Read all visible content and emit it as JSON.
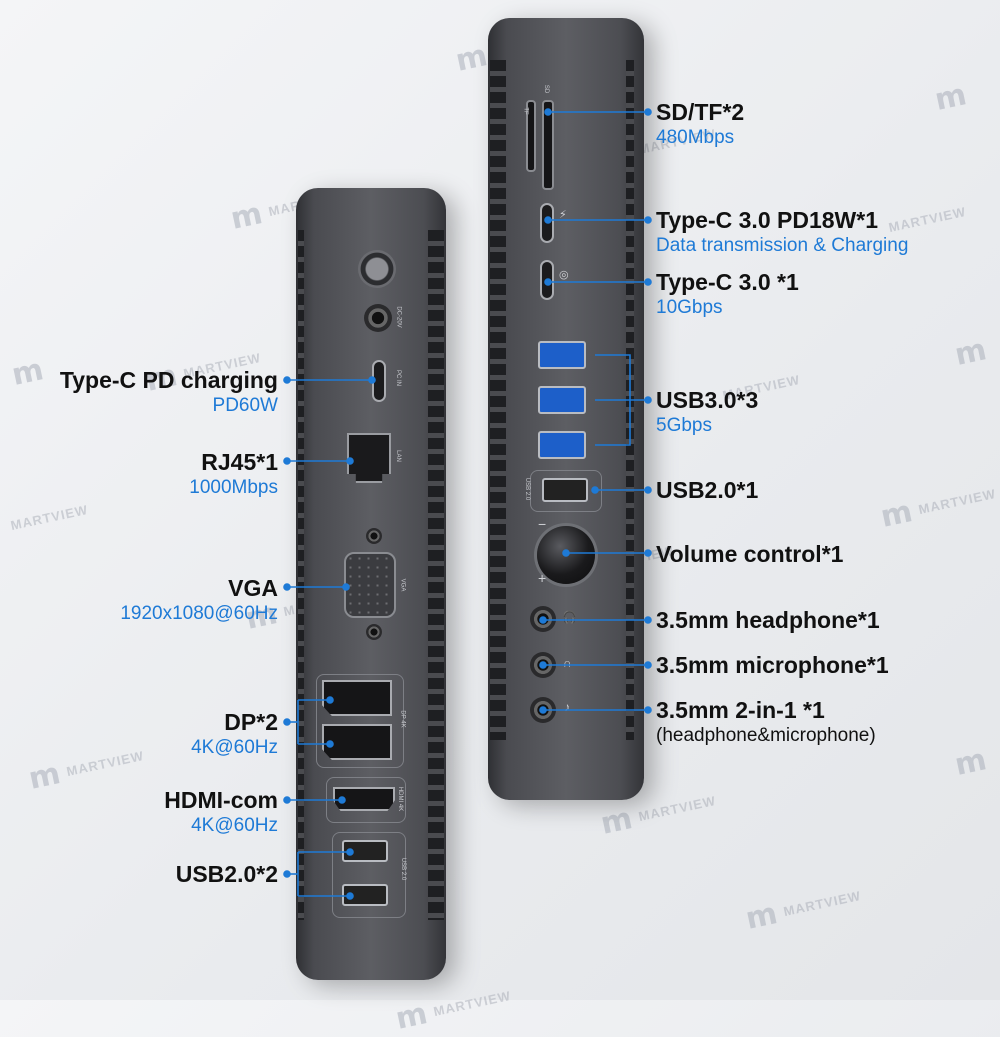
{
  "watermark": "MARTVIEW",
  "left_labels": [
    {
      "title": "Type-C PD charging",
      "sub": "PD60W"
    },
    {
      "title": "RJ45*1",
      "sub": "1000Mbps"
    },
    {
      "title": "VGA",
      "sub": "1920x1080@60Hz"
    },
    {
      "title": "DP*2",
      "sub": "4K@60Hz"
    },
    {
      "title": "HDMI-com",
      "sub": "4K@60Hz"
    },
    {
      "title": "USB2.0*2",
      "sub": ""
    }
  ],
  "right_labels": [
    {
      "title": "SD/TF*2",
      "sub": "480Mbps"
    },
    {
      "title": "Type-C 3.0 PD18W*1",
      "sub": "Data transmission & Charging"
    },
    {
      "title": "Type-C 3.0 *1",
      "sub": "10Gbps"
    },
    {
      "title": "USB3.0*3",
      "sub": "5Gbps"
    },
    {
      "title": "USB2.0*1",
      "sub": ""
    },
    {
      "title": "Volume control*1",
      "sub": ""
    },
    {
      "title": "3.5mm headphone*1",
      "sub": ""
    },
    {
      "title": "3.5mm microphone*1",
      "sub": ""
    },
    {
      "title": "3.5mm 2-in-1 *1",
      "sub": "(headphone&microphone)"
    }
  ],
  "port_marks": {
    "dc": "DC-20V",
    "pcin": "PC IN",
    "lan": "LAN",
    "vga": "VGA",
    "dp": "DP 4K",
    "hdmi": "HDMI 4K",
    "usb2": "USB 2.0",
    "sd": "SD",
    "tf": "TF",
    "usb2r": "USB 2.0",
    "minus": "−",
    "plus": "+"
  },
  "colors": {
    "accent": "#1e7ad6",
    "text": "#111111",
    "body": "#505156"
  }
}
